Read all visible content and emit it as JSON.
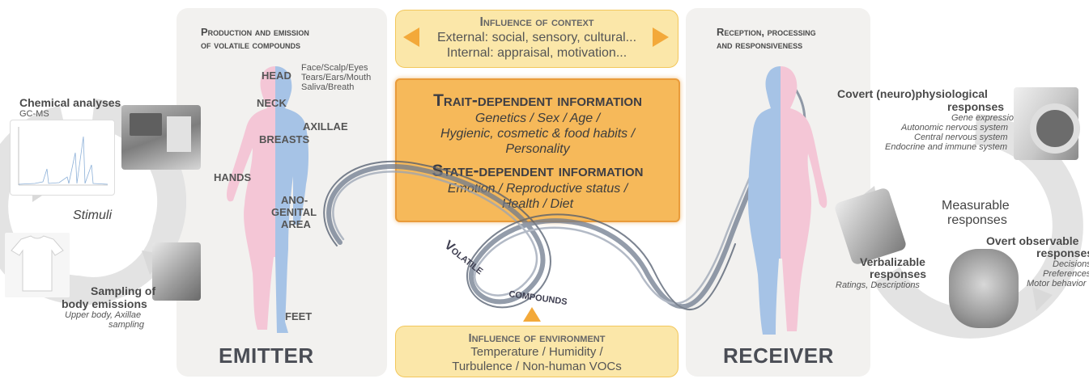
{
  "emitter": {
    "heading_line1": "Production and emission",
    "heading_line2": "of volatile compounds",
    "big_label": "EMITTER",
    "body_parts": {
      "head": "HEAD",
      "head_detail_1": "Face/Scalp/Eyes",
      "head_detail_2": "Tears/Ears/Mouth",
      "head_detail_3": "Saliva/Breath",
      "neck": "NECK",
      "axillae": "AXILLAE",
      "breasts": "BREASTS",
      "hands": "HANDS",
      "ano_1": "ANO-",
      "ano_2": "GENITAL",
      "ano_3": "AREA",
      "feet": "FEET"
    }
  },
  "left_cycle": {
    "chemical_title": "Chemical analyses",
    "chemical_sub": "GC-MS",
    "stimuli": "Stimuli",
    "sampling_line1": "Sampling of",
    "sampling_line2": "body emissions",
    "sampling_sub1": "Upper body, Axillae",
    "sampling_sub2": "sampling"
  },
  "context": {
    "title": "Influence of context",
    "line1": "External: social, sensory, cultural...",
    "line2": "Internal: appraisal, motivation..."
  },
  "information": {
    "trait_title": "Trait-dependent information",
    "trait_line1": "Genetics / Sex / Age /",
    "trait_line2": "Hygienic, cosmetic & food habits /",
    "trait_line3": "Personality",
    "state_title": "State-dependent information",
    "state_line1": "Emotion / Reproductive status /",
    "state_line2": "Health / Diet"
  },
  "volatile": {
    "word1": "Volatile",
    "word2": "compounds"
  },
  "environment": {
    "title": "Influence of environment",
    "line1": "Temperature / Humidity /",
    "line2": "Turbulence / Non-human VOCs"
  },
  "receiver": {
    "heading_line1": "Reception, processing",
    "heading_line2": "and responsiveness",
    "big_label": "RECEIVER"
  },
  "right_cycle": {
    "covert_title1": "Covert (neuro)physiological",
    "covert_title2": "responses",
    "covert_items": [
      "Gene expression",
      "Autonomic nervous system",
      "Central nervous system",
      "Endocrine and immune system"
    ],
    "measurable1": "Measurable",
    "measurable2": "responses",
    "overt_title1": "Overt observable",
    "overt_title2": "responses",
    "overt_items": [
      "Decisions",
      "Preferences",
      "Motor behavior"
    ],
    "verbal_title1": "Verbalizable",
    "verbal_title2": "responses",
    "verbal_sub": "Ratings, Descriptions"
  },
  "colors": {
    "female": "#f4c6d6",
    "male": "#a6c3e6",
    "context_fill": "#fbe7a9",
    "central_fill": "#f6b95a",
    "arrow": "#f3a93a",
    "panel": "#f2f1ef",
    "swirl": "#6f7b8e"
  }
}
